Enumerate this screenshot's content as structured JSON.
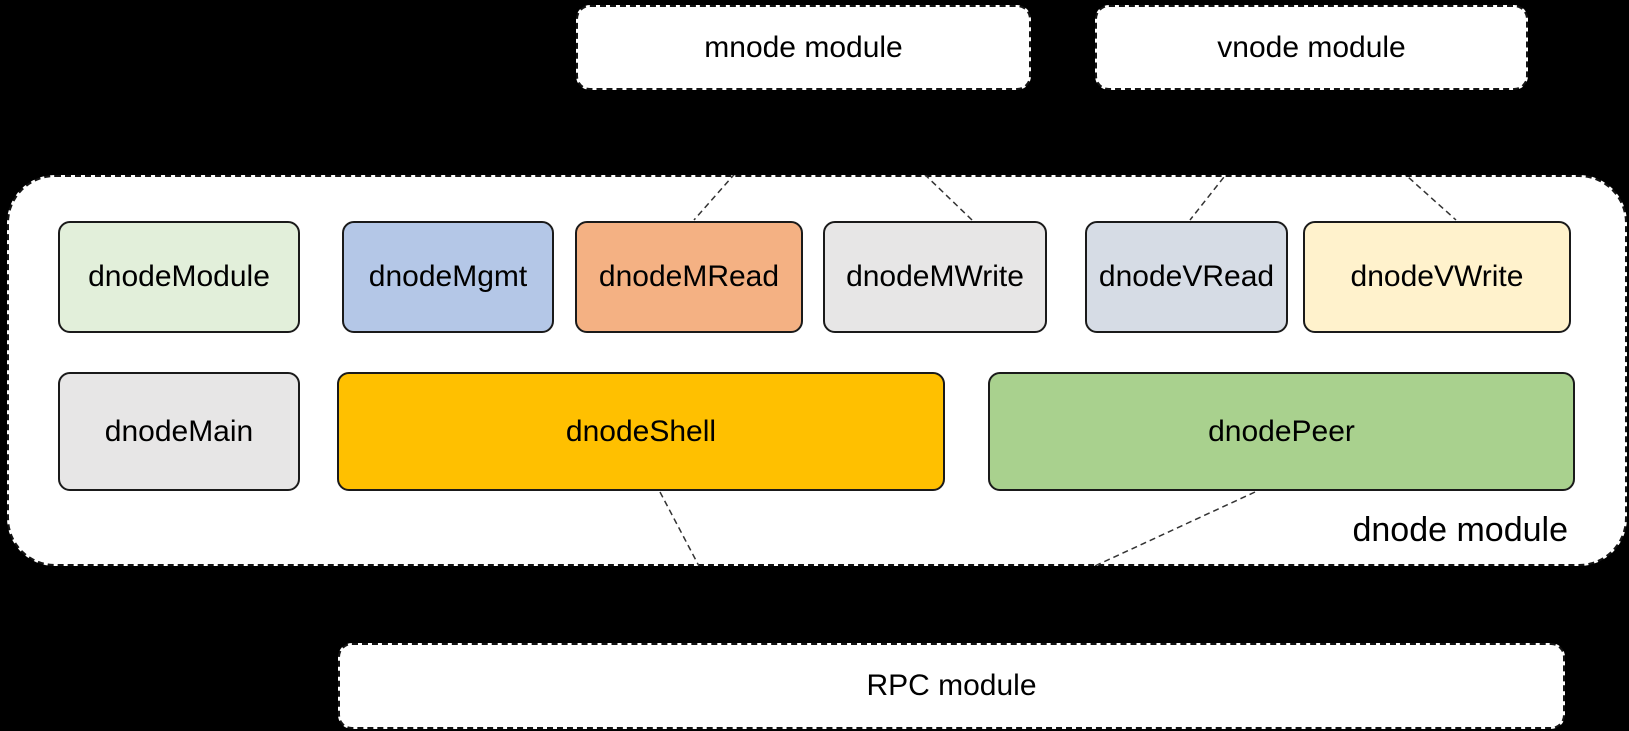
{
  "modules": {
    "mnode": {
      "label": "mnode module"
    },
    "vnode": {
      "label": "vnode module"
    },
    "dnode": {
      "label": "dnode module"
    },
    "rpc": {
      "label": "RPC module"
    }
  },
  "dnode_components": {
    "row1": [
      {
        "name": "dnodeModule",
        "color": "#e2efda"
      },
      {
        "name": "dnodeMgmt",
        "color": "#b4c7e7"
      },
      {
        "name": "dnodeMRead",
        "color": "#f4b183"
      },
      {
        "name": "dnodeMWrite",
        "color": "#e7e6e6"
      },
      {
        "name": "dnodeVRead",
        "color": "#d6dce5"
      },
      {
        "name": "dnodeVWrite",
        "color": "#fff2cc"
      }
    ],
    "row2": [
      {
        "name": "dnodeMain",
        "color": "#e7e6e6"
      },
      {
        "name": "dnodeShell",
        "color": "#ffc000"
      },
      {
        "name": "dnodePeer",
        "color": "#a9d18e"
      }
    ]
  },
  "connections": [
    {
      "from": "mnode module",
      "to": "dnodeMRead"
    },
    {
      "from": "mnode module",
      "to": "dnodeMWrite"
    },
    {
      "from": "vnode module",
      "to": "dnodeVRead"
    },
    {
      "from": "vnode module",
      "to": "dnodeVWrite"
    },
    {
      "from": "dnodeShell",
      "to": "RPC module"
    },
    {
      "from": "dnodePeer",
      "to": "RPC module"
    }
  ],
  "style": {
    "page_background": "#000000",
    "module_fill": "#ffffff",
    "border_color": "#141414",
    "connector_color": "#333333",
    "text_color": "#000000"
  }
}
